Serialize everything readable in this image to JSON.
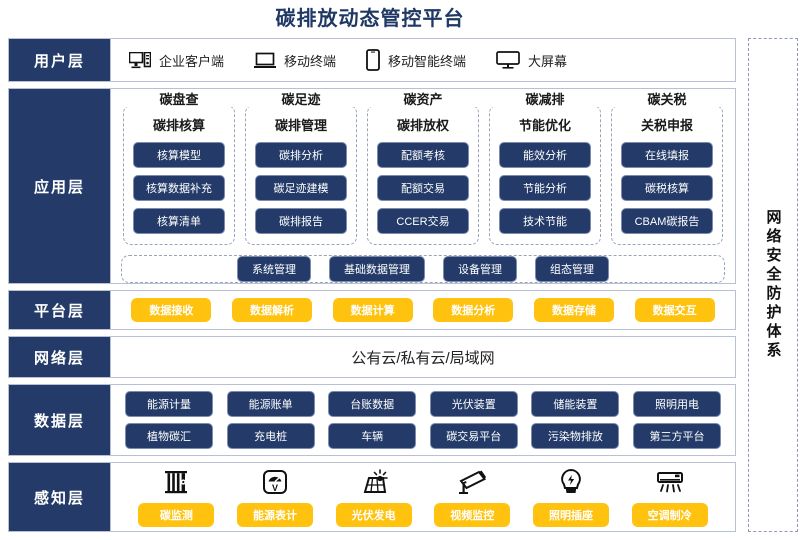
{
  "title": "碳排放动态管控平台",
  "colors": {
    "navy": "#243b69",
    "yellow": "#ffc20e",
    "title": "#1f3864",
    "border": "#b7c0d4"
  },
  "layers": {
    "user": {
      "label": "用户层",
      "items": [
        {
          "icon": "desktop-tower-icon",
          "label": "企业客户端"
        },
        {
          "icon": "laptop-icon",
          "label": "移动终端"
        },
        {
          "icon": "smartphone-icon",
          "label": "移动智能终端"
        },
        {
          "icon": "large-screen-icon",
          "label": "大屏幕"
        }
      ]
    },
    "application": {
      "label": "应用层",
      "columns": [
        {
          "header": "碳盘查",
          "group_title": "碳排核算",
          "items": [
            "核算模型",
            "核算数据补充",
            "核算清单"
          ]
        },
        {
          "header": "碳足迹",
          "group_title": "碳排管理",
          "items": [
            "碳排分析",
            "碳足迹建模",
            "碳排报告"
          ]
        },
        {
          "header": "碳资产",
          "group_title": "碳排放权",
          "items": [
            "配额考核",
            "配额交易",
            "CCER交易"
          ]
        },
        {
          "header": "碳减排",
          "group_title": "节能优化",
          "items": [
            "能效分析",
            "节能分析",
            "技术节能"
          ]
        },
        {
          "header": "碳关税",
          "group_title": "关税申报",
          "items": [
            "在线填报",
            "碳税核算",
            "CBAM碳报告"
          ]
        }
      ],
      "management": [
        "系统管理",
        "基础数据管理",
        "设备管理",
        "组态管理"
      ]
    },
    "platform": {
      "label": "平台层",
      "items": [
        "数据接收",
        "数据解析",
        "数据计算",
        "数据分析",
        "数据存储",
        "数据交互"
      ]
    },
    "network": {
      "label": "网络层",
      "text": "公有云/私有云/局域网"
    },
    "data": {
      "label": "数据层",
      "row1": [
        "能源计量",
        "能源账单",
        "台账数据",
        "光伏装置",
        "储能装置",
        "照明用电"
      ],
      "row2": [
        "植物碳汇",
        "充电桩",
        "车辆",
        "碳交易平台",
        "污染物排放",
        "第三方平台"
      ]
    },
    "sense": {
      "label": "感知层",
      "items": [
        {
          "icon": "carbon-monitor-icon",
          "label": "碳监测"
        },
        {
          "icon": "energy-meter-icon",
          "label": "能源表计"
        },
        {
          "icon": "solar-panel-icon",
          "label": "光伏发电"
        },
        {
          "icon": "cctv-camera-icon",
          "label": "视频监控"
        },
        {
          "icon": "light-bulb-icon",
          "label": "照明插座"
        },
        {
          "icon": "air-conditioner-icon",
          "label": "空调制冷"
        }
      ]
    }
  },
  "security_band": {
    "text": "网络安全防护体系"
  }
}
